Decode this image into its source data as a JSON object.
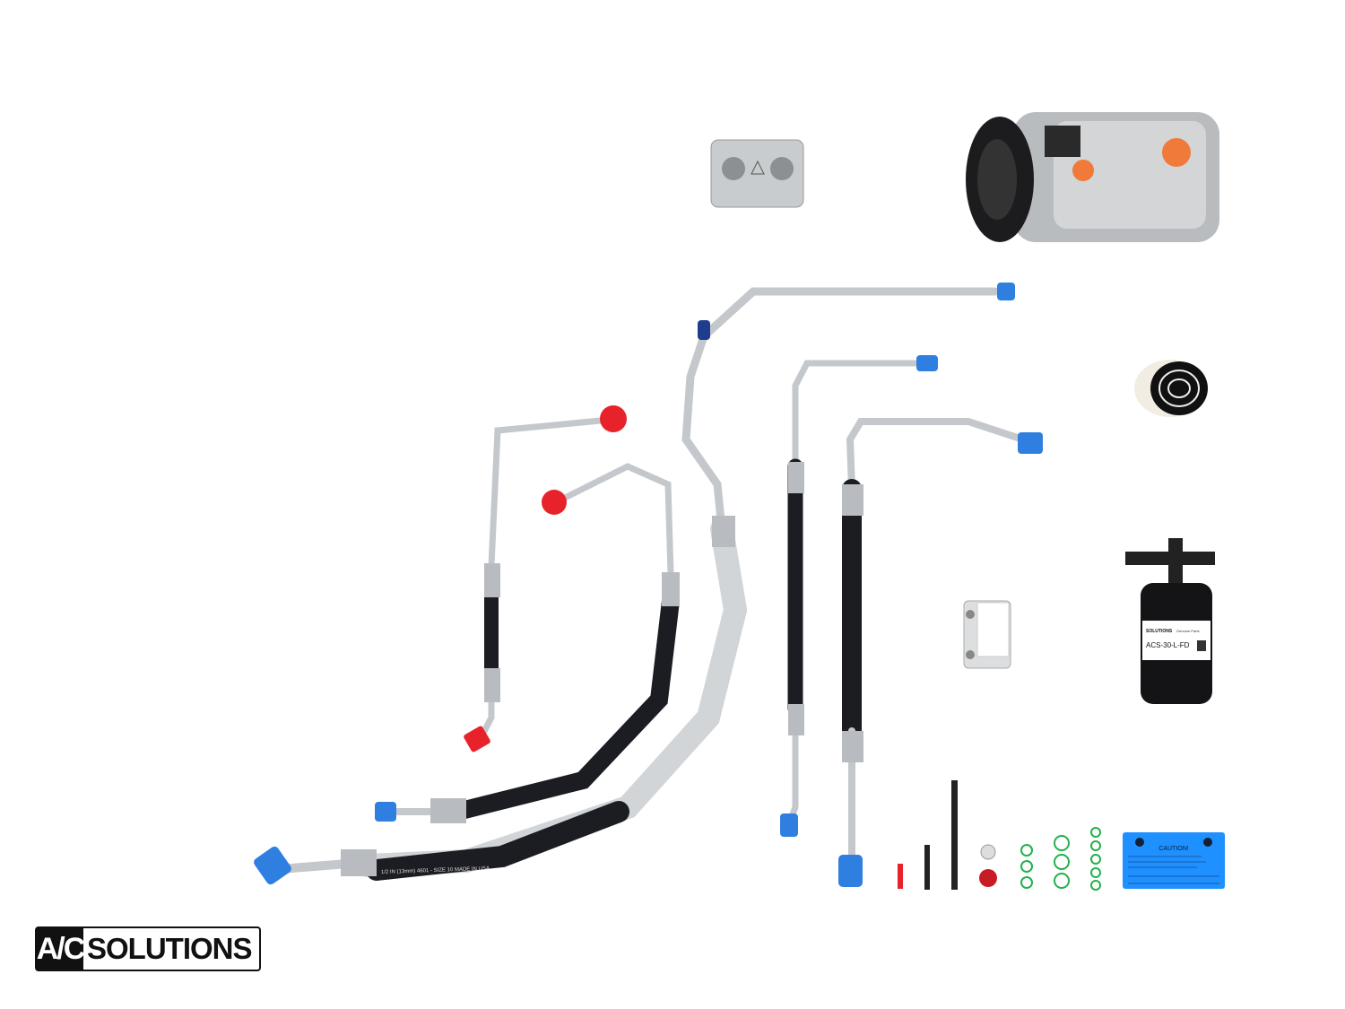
{
  "brand": {
    "logo_mark": "A/C",
    "logo_text": "SOLUTIONS"
  },
  "drier_label": {
    "brand": "SOLUTIONS",
    "tagline": "Genuine Parts",
    "part_number": "ACS-30-L-FD"
  },
  "caution_label": {
    "heading": "CAUTION!",
    "color": "#1e90ff"
  },
  "hose_print": "1/2 IN (13mm) 4601 - SIZE 10 MADE IN USA",
  "colors": {
    "cap_blue": "#2f7fe0",
    "cap_red": "#e8222a",
    "hose_black": "#1b1d22",
    "aluminum": "#c4c8cc"
  }
}
